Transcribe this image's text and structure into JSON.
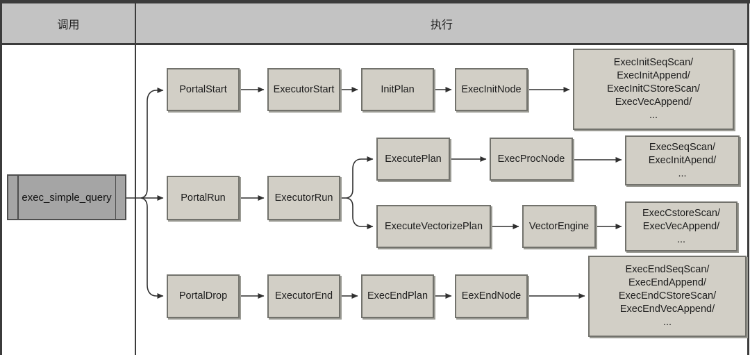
{
  "colors": {
    "header-fill": "#c3c3c3",
    "frame": "#3b3b3b",
    "node-fill": "#d2cfc6",
    "node-border": "#72726c",
    "node-shadow": "#9b9b94",
    "caller-fill": "#a5a5a5",
    "caller-border": "#4e4e4e",
    "arrow": "#2f2f2f"
  },
  "header": {
    "left": "调用",
    "right": "执行"
  },
  "diagram": {
    "caller": "exec_simple_query",
    "row1": {
      "steps": [
        "PortalStart",
        "ExecutorStart",
        "InitPlan",
        "ExecInitNode"
      ],
      "result": "ExecInitSeqScan/\nExecInitAppend/\nExecInitCStoreScan/\nExecVecAppend/\n..."
    },
    "row2": {
      "steps": [
        "PortalRun",
        "ExecutorRun"
      ]
    },
    "row2a": {
      "steps": [
        "ExecutePlan",
        "ExecProcNode"
      ],
      "result": "ExecSeqScan/\nExecInitApend/\n..."
    },
    "row2b": {
      "steps": [
        "ExecuteVectorizePlan",
        "VectorEngine"
      ],
      "result": "ExecCstoreScan/\nExecVecAppend/\n..."
    },
    "row3": {
      "steps": [
        "PortalDrop",
        "ExecutorEnd",
        "ExecEndPlan",
        "EexEndNode"
      ],
      "result": "ExecEndSeqScan/\nExecEndAppend/\nExecEndCStoreScan/\nExecEndVecAppend/\n..."
    }
  }
}
